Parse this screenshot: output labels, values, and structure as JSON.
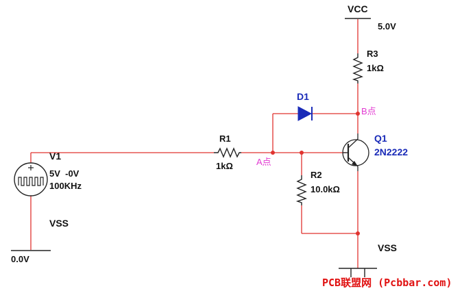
{
  "colors": {
    "wire": "#e0332f",
    "component": "#222222",
    "label": "#111111",
    "diode_and_transistor_label": "#1a2bb8",
    "node_label": "#e23ad2",
    "watermark": "#e01010"
  },
  "components": {
    "vcc": {
      "name": "VCC",
      "value": "5.0V"
    },
    "r3": {
      "ref": "R3",
      "value": "1kΩ"
    },
    "d1": {
      "ref": "D1"
    },
    "q1": {
      "ref": "Q1",
      "model": "2N2222"
    },
    "r1": {
      "ref": "R1",
      "value": "1kΩ"
    },
    "r2": {
      "ref": "R2",
      "value": "10.0kΩ"
    },
    "v1": {
      "ref": "V1",
      "amplitude": "5V  -0V",
      "frequency": "100KHz"
    },
    "vss_left": {
      "name": "VSS",
      "value": "0.0V"
    },
    "vss_right": {
      "name": "VSS"
    }
  },
  "nodes": {
    "a": "A点",
    "b": "B点"
  },
  "watermark": "PCB联盟网 (Pcbbar.com)"
}
